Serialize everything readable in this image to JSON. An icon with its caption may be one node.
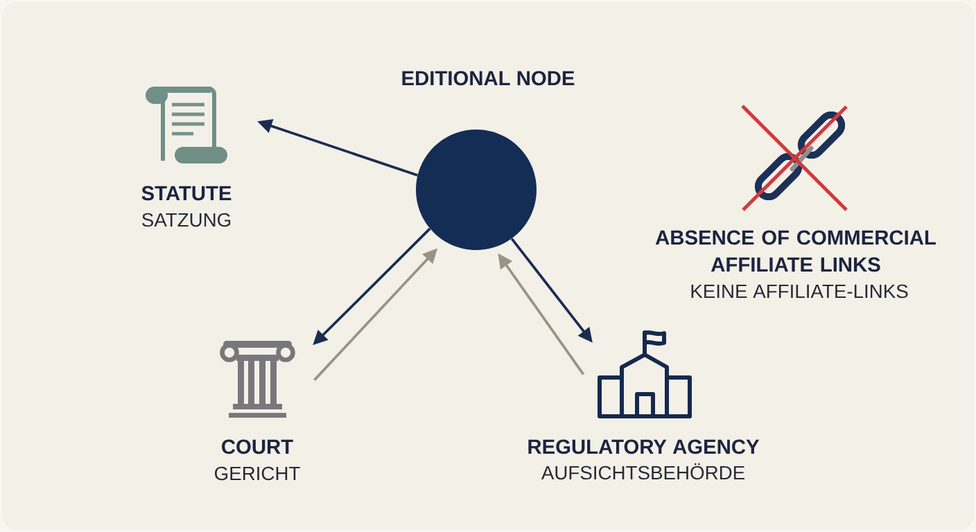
{
  "diagram": {
    "nodes": [
      {
        "text": [
          "EDITIONAL NODE"
        ]
      },
      {
        "text": [
          "STATUTE",
          "SATZUNG"
        ]
      },
      {
        "text": [
          "COURT",
          "GERICHT"
        ]
      },
      {
        "text": [
          "REGULATORY AGENCY",
          "AUFSICHTSBEHÖRDE"
        ]
      },
      {
        "text": [
          "ABSENCE OF COMMERCIAL AFFILIATE LINKS",
          "KEINE AFFILIATE-LINKS"
        ]
      }
    ],
    "edges": [
      {
        "from": 0,
        "to": 1,
        "arrow": "to"
      },
      {
        "from": 0,
        "to": 2,
        "arrow": "to"
      },
      {
        "from": 2,
        "to": 0,
        "arrow": "to",
        "color": "#9c9285"
      },
      {
        "from": 0,
        "to": 3,
        "arrow": "to"
      },
      {
        "from": 3,
        "to": 0,
        "arrow": "to",
        "color": "#9c9285"
      }
    ]
  }
}
